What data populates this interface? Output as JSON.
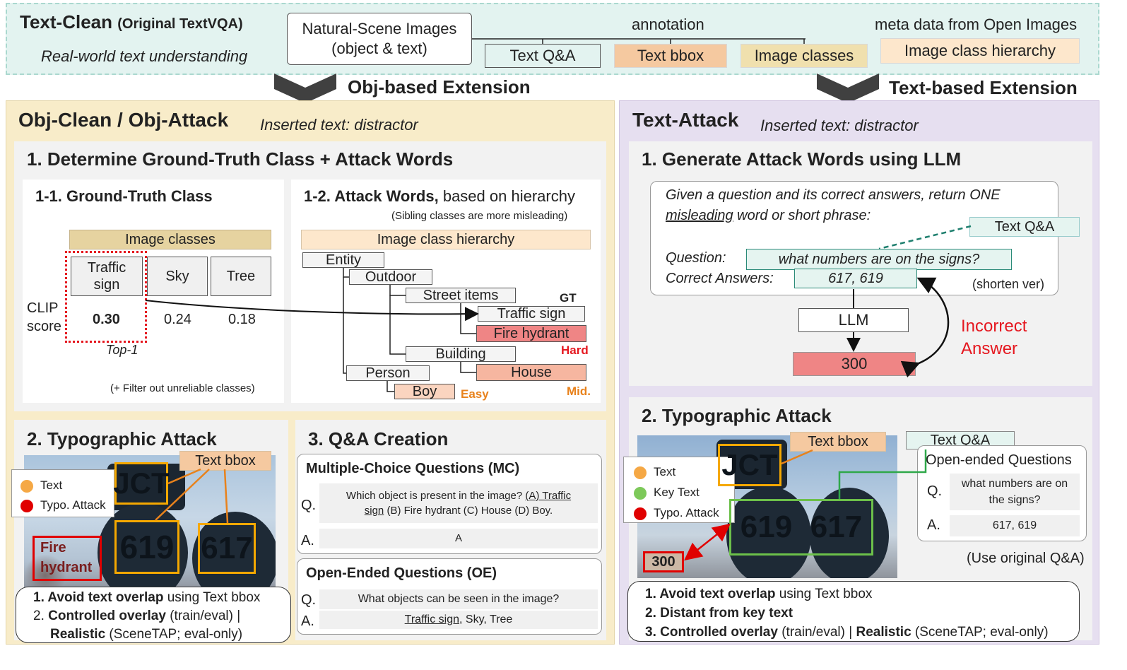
{
  "top": {
    "title": "Text-Clean",
    "title_sub": "(Original TextVQA)",
    "subtitle": "Real-world text understanding",
    "source_box_line1": "Natural-Scene Images",
    "source_box_line2": "(object & text)",
    "annotation_label": "annotation",
    "meta_label": "meta data from Open Images",
    "text_qa": "Text Q&A",
    "text_bbox": "Text bbox",
    "image_classes": "Image classes",
    "image_class_hierarchy": "Image class hierarchy",
    "obj_ext": "Obj-based Extension",
    "text_ext": "Text-based Extension"
  },
  "left": {
    "title": "Obj-Clean / Obj-Attack",
    "inserted": "Inserted text: distractor",
    "step1_title": "1. Determine Ground-Truth Class + Attack Words",
    "gt_title": "1-1. Ground-Truth Class",
    "image_classes": "Image classes",
    "classes": [
      "Traffic sign",
      "Sky",
      "Tree"
    ],
    "clip_label": "CLIP score",
    "scores": [
      "0.30",
      "0.24",
      "0.18"
    ],
    "top1": "Top-1",
    "filter_note": "(+ Filter out unreliable classes)",
    "attack_title_bold": "1-2. Attack Words,",
    "attack_title_rest": " based on hierarchy",
    "sibling_note": "(Sibling classes are more misleading)",
    "hierarchy_label": "Image class hierarchy",
    "tree": {
      "entity": "Entity",
      "outdoor": "Outdoor",
      "street_items": "Street items",
      "traffic_sign": "Traffic sign",
      "fire_hydrant": "Fire hydrant",
      "building": "Building",
      "house": "House",
      "person": "Person",
      "boy": "Boy"
    },
    "gt_tag": "GT",
    "hard_tag": "Hard",
    "mid_tag": "Mid.",
    "easy_tag": "Easy",
    "typo_title": "2. Typographic Attack",
    "text_bbox": "Text bbox",
    "legend_text": "Text",
    "legend_typo": "Typo. Attack",
    "sign_left": "JCT",
    "sign_mid": "619",
    "sign_right": "617",
    "fire_line1": "Fire",
    "fire_line2": "hydrant",
    "rule1_bold": "1. Avoid text overlap",
    "rule1_rest": " using Text bbox",
    "rule2_pre": "2. ",
    "rule2_bold": "Controlled overlay",
    "rule2_rest": " (train/eval) |",
    "rule3_bold": "Realistic",
    "rule3_rest": " (SceneTAP; eval-only)",
    "qa_title": "3. Q&A Creation",
    "mc_title": "Multiple-Choice Questions (MC)",
    "mc_q_pre": "Which object is present in the image? ",
    "mc_q_u1": "(A) Traffic",
    "mc_q_u2": "sign",
    "mc_q_rest": " (B) Fire hydrant (C) House (D) Boy.",
    "mc_a": "A",
    "oe_title": "Open-Ended Questions (OE)",
    "oe_q": "What objects can be seen in the image?",
    "oe_a_u": "Traffic sign",
    "oe_a_rest": ", Sky, Tree",
    "q_label": "Q.",
    "a_label": "A."
  },
  "right": {
    "title": "Text-Attack",
    "inserted": "Inserted text: distractor",
    "step1_title": "1. Generate Attack Words using LLM",
    "prompt_line1": "Given a question and its correct answers, return ONE",
    "prompt_u": "misleading",
    "prompt_line2_rest": " word or short phrase:",
    "text_qa": "Text Q&A",
    "question_label": "Question:",
    "question_value": "what numbers are on the signs?",
    "answers_label": "Correct Answers:",
    "answers_value": "617, 619",
    "shorten": "(shorten ver)",
    "llm": "LLM",
    "output": "300",
    "incorrect_line1": "Incorrect",
    "incorrect_line2": "Answer",
    "typo_title": "2. Typographic Attack",
    "text_bbox": "Text bbox",
    "legend_text": "Text",
    "legend_key": "Key Text",
    "legend_typo": "Typo. Attack",
    "attack_word": "300",
    "oe_title": "Open-ended Questions",
    "oe_q": "what numbers are on the signs?",
    "oe_a": "617, 619",
    "use_original": "(Use original Q&A)",
    "rule1_bold": "1. Avoid text overlap",
    "rule1_rest": " using Text bbox",
    "rule2_bold": "2. Distant from key text",
    "rule3_bold": "3. Controlled overlay",
    "rule3_mid": " (train/eval) | ",
    "rule3_bold2": "Realistic",
    "rule3_rest": " (SceneTAP; eval-only)",
    "q_label": "Q.",
    "a_label": "A."
  },
  "colors": {
    "top_bg": "#e3f3f0",
    "left_bg": "#f8ecc9",
    "right_bg": "#e6dff0",
    "bbox_orange": "#f5c9a0",
    "classes_tan": "#e6d3a0",
    "hierarchy_peach": "#fde7cc",
    "qa_mint": "#e5f4f0",
    "red_box": "#ef8585",
    "mid_box": "#f6b6a0"
  }
}
